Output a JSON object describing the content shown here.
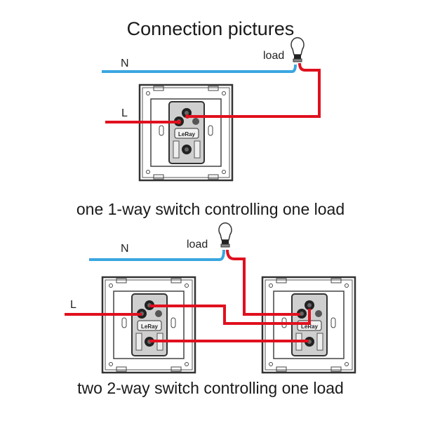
{
  "title": "Connection pictures",
  "diagram1": {
    "caption": "one 1-way switch controlling one load",
    "neutral_label": "N",
    "live_label": "L",
    "load_label": "load",
    "brand": "LeRay"
  },
  "diagram2": {
    "caption": "two 2-way switch controlling one load",
    "neutral_label": "N",
    "live_label": "L",
    "load_label": "load",
    "brand": "LeRay"
  },
  "colors": {
    "neutral_wire": "#3aa6e0",
    "live_wire": "#e0101e",
    "frame": "#333333"
  }
}
